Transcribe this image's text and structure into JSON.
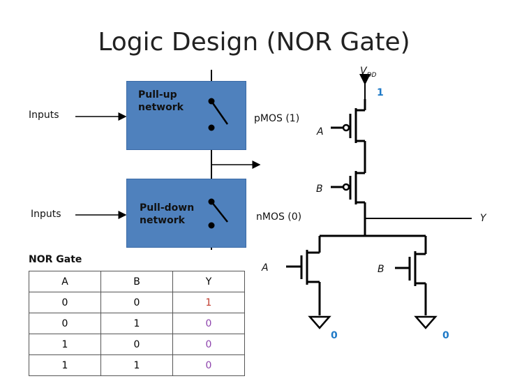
{
  "title": "Logic Design (NOR Gate)",
  "left_block": {
    "inputs_top": "Inputs",
    "inputs_bottom": "Inputs",
    "pull_up_line1": "Pull-up",
    "pull_up_line2": "network",
    "pull_down_line1": "Pull-down",
    "pull_down_line2": "network",
    "pmos_label": "pMOS (1)",
    "nmos_label": "nMOS (0)"
  },
  "circuit": {
    "vdd_main": "V",
    "vdd_sub": "DD",
    "vdd_value": "1",
    "label_a_top": "A",
    "label_b_top": "B",
    "label_a_bottom": "A",
    "label_b_bottom": "B",
    "label_y": "Y",
    "ground_left_value": "0",
    "ground_right_value": "0"
  },
  "table": {
    "caption": "NOR Gate",
    "headers": [
      "A",
      "B",
      "Y"
    ],
    "rows": [
      [
        "0",
        "0",
        "1"
      ],
      [
        "0",
        "1",
        "0"
      ],
      [
        "1",
        "0",
        "0"
      ],
      [
        "1",
        "1",
        "0"
      ]
    ]
  },
  "colors": {
    "box_fill": "#4f81bd",
    "value_blue": "#1f7ac7",
    "output_one": "#c0392b",
    "output_zero": "#8e44ad"
  }
}
